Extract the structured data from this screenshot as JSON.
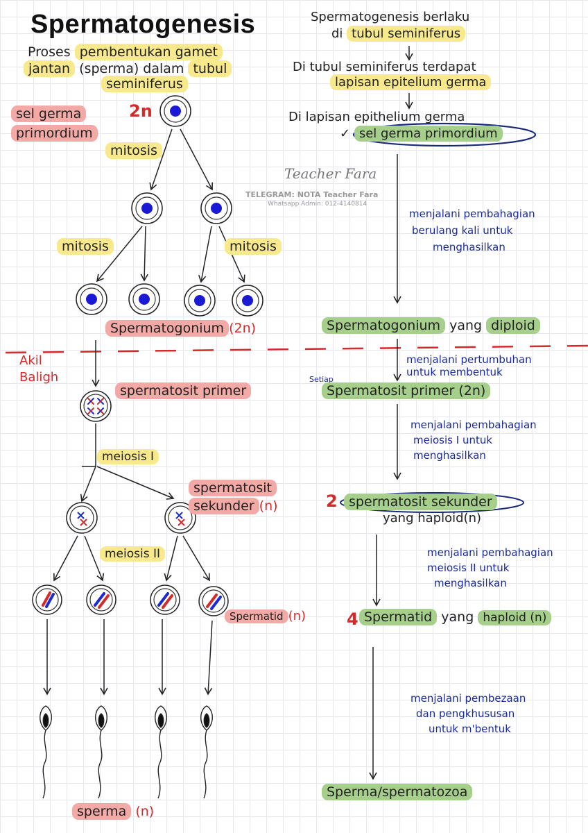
{
  "left": {
    "title": "Spermatogenesis",
    "definition": {
      "prefix": "Proses",
      "h1": "pembentukan gamet",
      "h2": "jantan",
      "mid": "(sperma) dalam",
      "h3": "tubul",
      "h4": "seminiferus"
    },
    "sel_germa_line1": "sel germa",
    "sel_germa_line2": "primordium",
    "label_2n": "2n",
    "mitosis_top": "mitosis",
    "mitosis_left": "mitosis",
    "mitosis_right": "mitosis",
    "spermatogonium": "Spermatogonium",
    "spermatogonium_ploidy": "(2n)",
    "akil_line1": "Akil",
    "akil_line2": "Baligh",
    "spermatosit_primer": "spermatosit primer",
    "meiosis1": "meiosis I",
    "spermatosit_sekunder_line1": "spermatosit",
    "spermatosit_sekunder_line2": "sekunder",
    "sekunder_ploidy": "(n)",
    "meiosis2": "meiosis II",
    "spermatid": "Spermatid",
    "spermatid_ploidy": "(n)",
    "sperma": "sperma",
    "sperma_ploidy": "(n)"
  },
  "watermark": {
    "signature": "Teacher Fara",
    "line1": "TELEGRAM: NOTA Teacher Fara",
    "line2": "Whatsapp Admin: 012-4140814"
  },
  "right": {
    "s1_text": "Spermatogenesis berlaku",
    "s1_prefix": "di",
    "s1_hl": "tubul seminiferus",
    "s2_text": "Di tubul seminiferus terdapat",
    "s2_hl": "lapisan epitelium germa",
    "s3_text": "Di lapisan epithelium germa",
    "s3_check": "✓",
    "s3_hl": "sel germa primordium",
    "desc1": [
      "menjalani pembahagian",
      "berulang kali untuk",
      "menghasilkan"
    ],
    "spermatogonium": "Spermatogonium",
    "yang1": "yang",
    "diploid": "diploid",
    "desc2": [
      "menjalani pertumbuhan",
      "untuk membentuk"
    ],
    "setiap": "Setiap",
    "spermatosit_primer": "Spermatosit primer (2n)",
    "desc3": [
      "menjalani pembahagian",
      "meiosis I untuk",
      "menghasilkan"
    ],
    "num2": "2",
    "spermatosit_sekunder": "spermatosit sekunder",
    "yang_haploid": "yang haploid(n)",
    "desc4": [
      "menjalani pembahagian",
      "meiosis II untuk",
      "menghasilkan"
    ],
    "num4": "4",
    "spermatid": "Spermatid",
    "yang2": "yang",
    "haploid": "haploid (n)",
    "desc5": [
      "menjalani pembezaan",
      "dan pengkhususan",
      "untuk m'bentuk"
    ],
    "sperma": "Sperma/spermatozoa"
  },
  "colors": {
    "yellow": "#f8e98d",
    "pink": "#f3a9a6",
    "green": "#a5cf8b",
    "red": "#d42a2a",
    "blue": "#1a2a9a"
  }
}
